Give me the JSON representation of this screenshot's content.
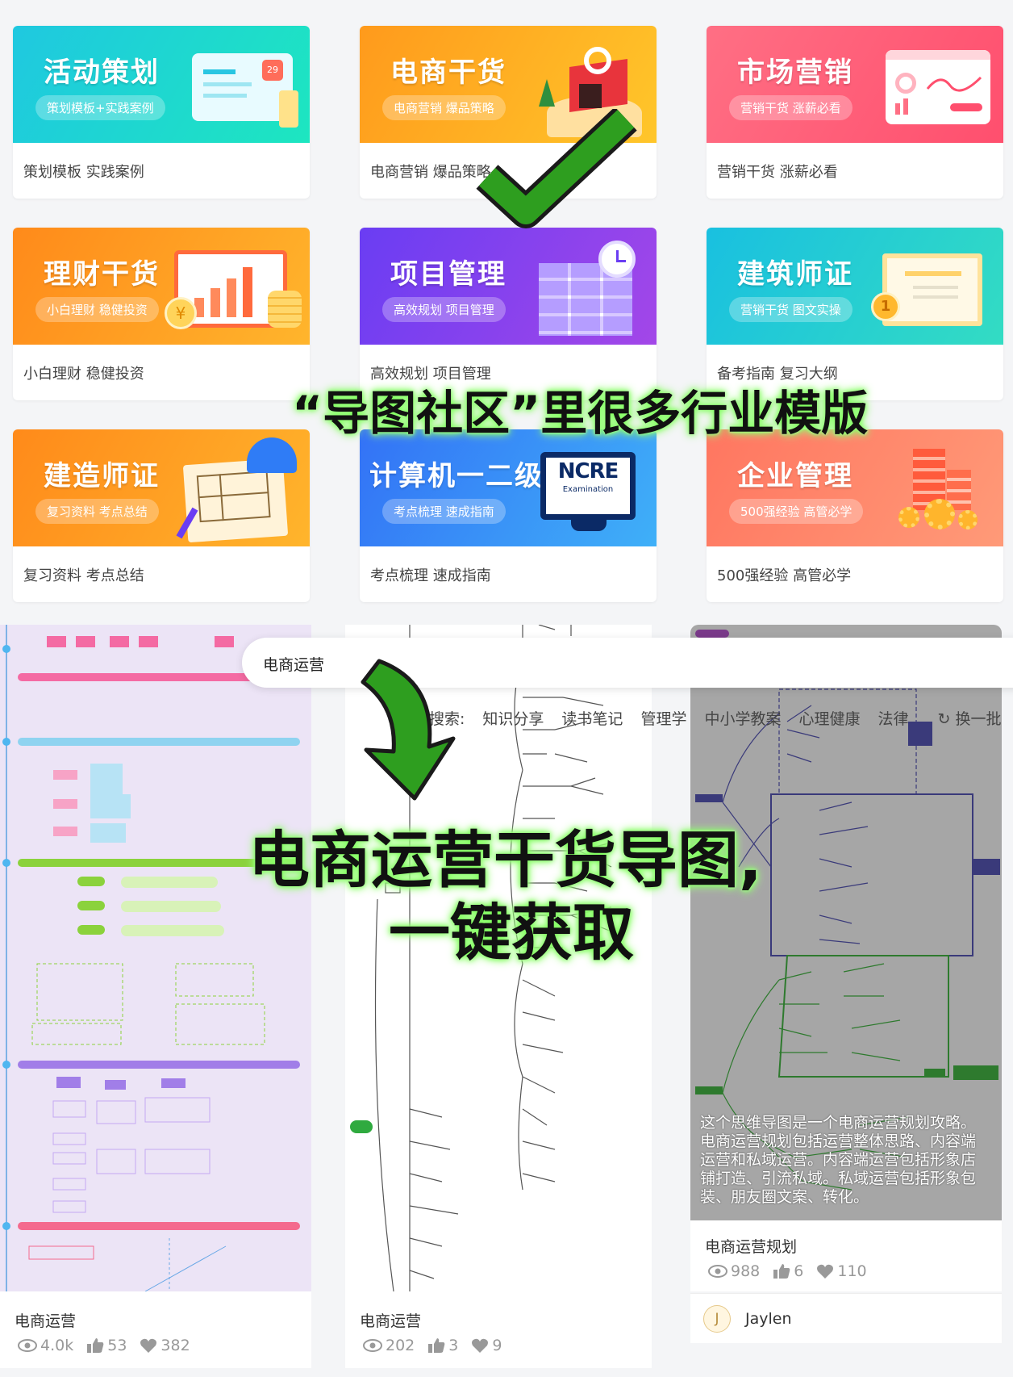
{
  "cards": [
    {
      "title": "活动策划",
      "tag": "策划模板+实践案例",
      "desc": "策划模板 实践案例"
    },
    {
      "title": "电商干货",
      "tag": "电商营销 爆品策略",
      "desc": "电商营销 爆品策略"
    },
    {
      "title": "市场营销",
      "tag": "营销干货 涨薪必看",
      "desc": "营销干货 涨薪必看"
    },
    {
      "title": "理财干货",
      "tag": "小白理财 稳健投资",
      "desc": "小白理财 稳健投资"
    },
    {
      "title": "项目管理",
      "tag": "高效规划 项目管理",
      "desc": "高效规划 项目管理"
    },
    {
      "title": "建筑师证",
      "tag": "营销干货 图文实操",
      "desc": "备考指南 复习大纲"
    },
    {
      "title": "建造师证",
      "tag": "复习资料 考点总结",
      "desc": "复习资料 考点总结"
    },
    {
      "title": "计算机一二级",
      "tag": "考点梳理 速成指南",
      "desc": "考点梳理 速成指南"
    },
    {
      "title": "企业管理",
      "tag": "500强经验 高管必学",
      "desc": "500强经验 高管必学"
    }
  ],
  "ncre_logo": {
    "letters": "NCRE",
    "sub": "Examination"
  },
  "calendar_badge": "29",
  "coin_symbol": "¥",
  "medal_number": "1",
  "caption_top": "“导图社区”里很多行业模版",
  "caption_mid_line1": "电商运营干货导图,",
  "caption_mid_line2": "一键获取",
  "search": {
    "value": "电商运营"
  },
  "hot_tags": {
    "label": "搜索:",
    "items": [
      "知识分享",
      "读书笔记",
      "管理学",
      "中小学教案",
      "心理健康",
      "法律"
    ],
    "refresh": "换一批"
  },
  "results": [
    {
      "title": "电商运营",
      "views": "4.0k",
      "likes": "53",
      "favs": "382"
    },
    {
      "title": "电商运营",
      "views": "202",
      "likes": "3",
      "favs": "9"
    },
    {
      "title": "电商运营规划",
      "views": "988",
      "likes": "6",
      "favs": "110",
      "description": "这个思维导图是一个电商运营规划攻略。电商运营规划包括运营整体思路、内容端运营和私域运营。内容端运营包括形象店铺打造、引流私域。私域运营包括形象包装、朋友圈文案、转化。",
      "author": "Jaylen",
      "author_initial": "J"
    }
  ],
  "colors": {
    "accent_green": "#2e9e1f",
    "caption_glow": "#7dff5a"
  }
}
